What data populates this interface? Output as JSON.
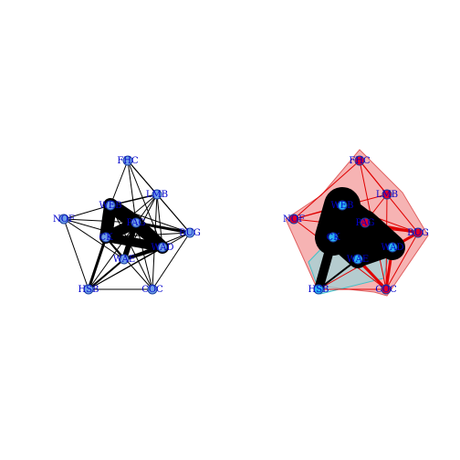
{
  "panels": [
    {
      "id": "left",
      "style": "plain",
      "nodes": [
        {
          "label": "FHC",
          "color": "#6fa0e8"
        },
        {
          "label": "LMB",
          "color": "#6fa0e8"
        },
        {
          "label": "NOF",
          "color": "#6fa0e8"
        },
        {
          "label": "WEB",
          "color": "#6fa0e8"
        },
        {
          "label": "PAG",
          "color": "#6fa0e8"
        },
        {
          "label": "CK",
          "color": "#6fa0e8"
        },
        {
          "label": "BUG",
          "color": "#6fa0e8"
        },
        {
          "label": "WAD",
          "color": "#6fa0e8"
        },
        {
          "label": "WAE",
          "color": "#6fa0e8"
        },
        {
          "label": "HSB",
          "color": "#6fa0e8"
        },
        {
          "label": "COC",
          "color": "#6fa0e8"
        }
      ]
    },
    {
      "id": "right",
      "style": "grouped",
      "group_colors": {
        "red": "#f08080",
        "cyan": "#7fe0e6"
      },
      "nodes": [
        {
          "label": "FHC",
          "color": "#e0002a"
        },
        {
          "label": "LMB",
          "color": "#e0002a"
        },
        {
          "label": "NOF",
          "color": "#e0002a"
        },
        {
          "label": "WEB",
          "color": "#2ab3f0"
        },
        {
          "label": "PAG",
          "color": "#e0002a"
        },
        {
          "label": "CK",
          "color": "#2ab3f0"
        },
        {
          "label": "BUG",
          "color": "#e0002a"
        },
        {
          "label": "WAD",
          "color": "#2ab3f0"
        },
        {
          "label": "WAE",
          "color": "#2ab3f0"
        },
        {
          "label": "HSB",
          "color": "#2ab3f0"
        },
        {
          "label": "COC",
          "color": "#e0002a"
        }
      ]
    }
  ]
}
